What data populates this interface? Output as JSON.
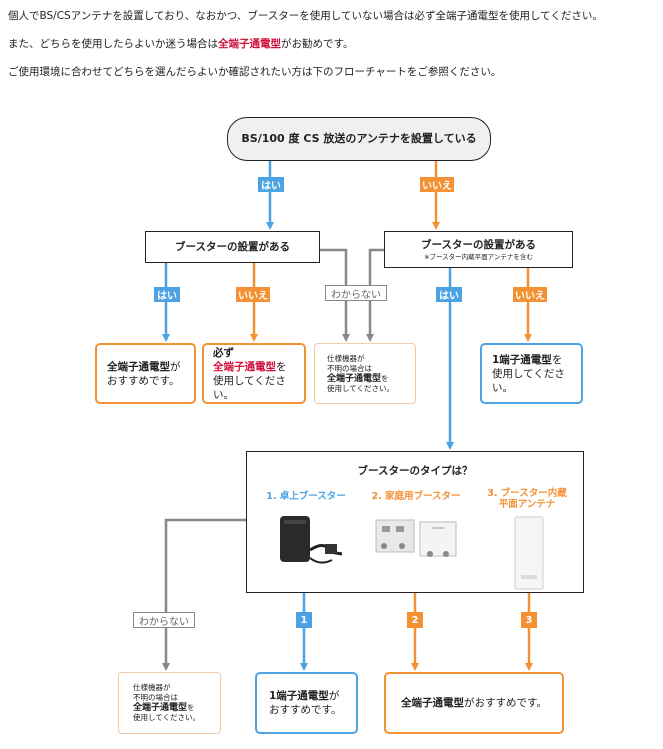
{
  "intro": {
    "line1": "個人でBS/CSアンテナを設置しており、なおかつ、ブースターを使用していない場合は必ず全端子通電型を使用してください。",
    "line2_pre": "また、どちらを使用したらよいか迷う場合は",
    "line2_em": "全端子通電型",
    "line2_post": "がお勧めです。",
    "line3": "ご使用環境に合わせてどちらを選んだらよいか確認されたい方は下のフローチャートをご参照ください。"
  },
  "flow": {
    "start": "BS/100 度 CS 放送のアンテナを設置している",
    "yes": "はい",
    "no": "いいえ",
    "unknown": "わからない",
    "q_booster_left": "ブースターの設置がある",
    "q_booster_right": "ブースターの設置がある",
    "q_booster_right_note": "※ブースター内蔵平面アンテナを含む",
    "res_all_rec_1": "全端子通電型",
    "res_all_rec_2": "が",
    "res_all_rec_3": "おすすめです。",
    "res_must_1": "必ず",
    "res_must_2": "全端子通電型",
    "res_must_3": "を",
    "res_must_4": "使用してください。",
    "res_unknown_1": "仕様機器が",
    "res_unknown_2": "不明の場合は",
    "res_unknown_3": "全端子通電型",
    "res_unknown_4": "を",
    "res_unknown_5": "使用してください。",
    "res_one_use_1": "1端子通電型",
    "res_one_use_2": "を",
    "res_one_use_3": "使用してください。",
    "q_type": "ブースターのタイプは？",
    "type1": "1. 卓上ブースター",
    "type2": "2. 家庭用ブースター",
    "type3_1": "3. ブースター内蔵",
    "type3_2": "平面アンテナ",
    "num1": "1",
    "num2": "2",
    "num3": "3",
    "res_one_rec_1": "1端子通電型",
    "res_one_rec_2": "が",
    "res_one_rec_3": "おすすめです。",
    "res_all_rec_wide_1": "全端子通電型",
    "res_all_rec_wide_2": "がおすすめです。"
  },
  "colors": {
    "blue": "#4ba3e3",
    "orange": "#f39133",
    "gray": "#888888",
    "red": "#d0103a"
  }
}
